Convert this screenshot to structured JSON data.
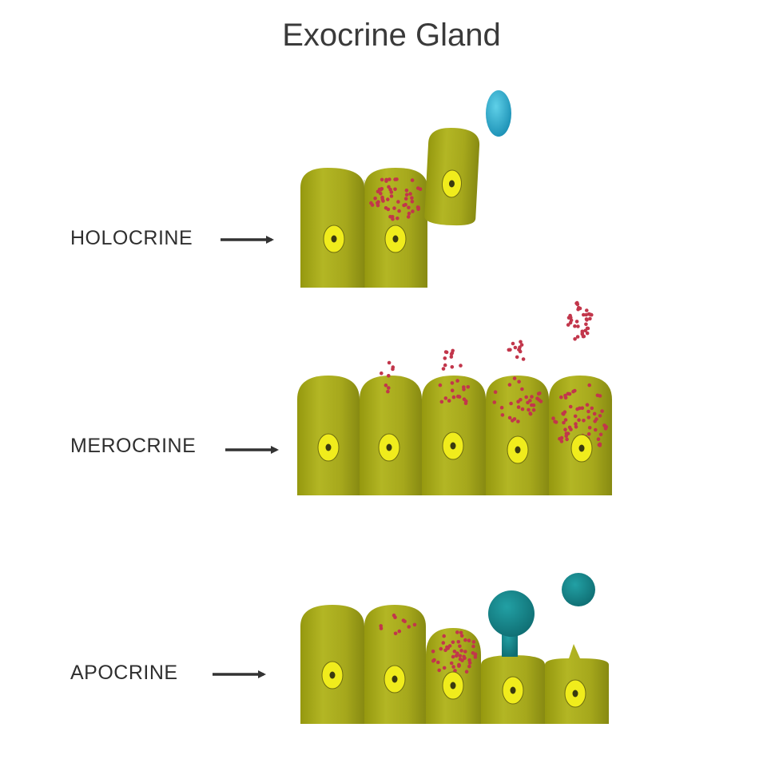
{
  "title": "Exocrine Gland",
  "labels": {
    "holocrine": "HOLOCRINE",
    "merocrine": "MEROCRINE",
    "apocrine": "APOCRINE"
  },
  "colors": {
    "cell_fill": "#a6a81c",
    "cell_light": "#b7ba25",
    "cell_dark": "#8e9015",
    "nucleus_fill": "#f0ec1c",
    "nucleolus": "#3a3a10",
    "granule": "#c2364b",
    "holocrine_secretion": "#2aa7c8",
    "apocrine_secretion": "#17858a",
    "arrow": "#333333"
  }
}
